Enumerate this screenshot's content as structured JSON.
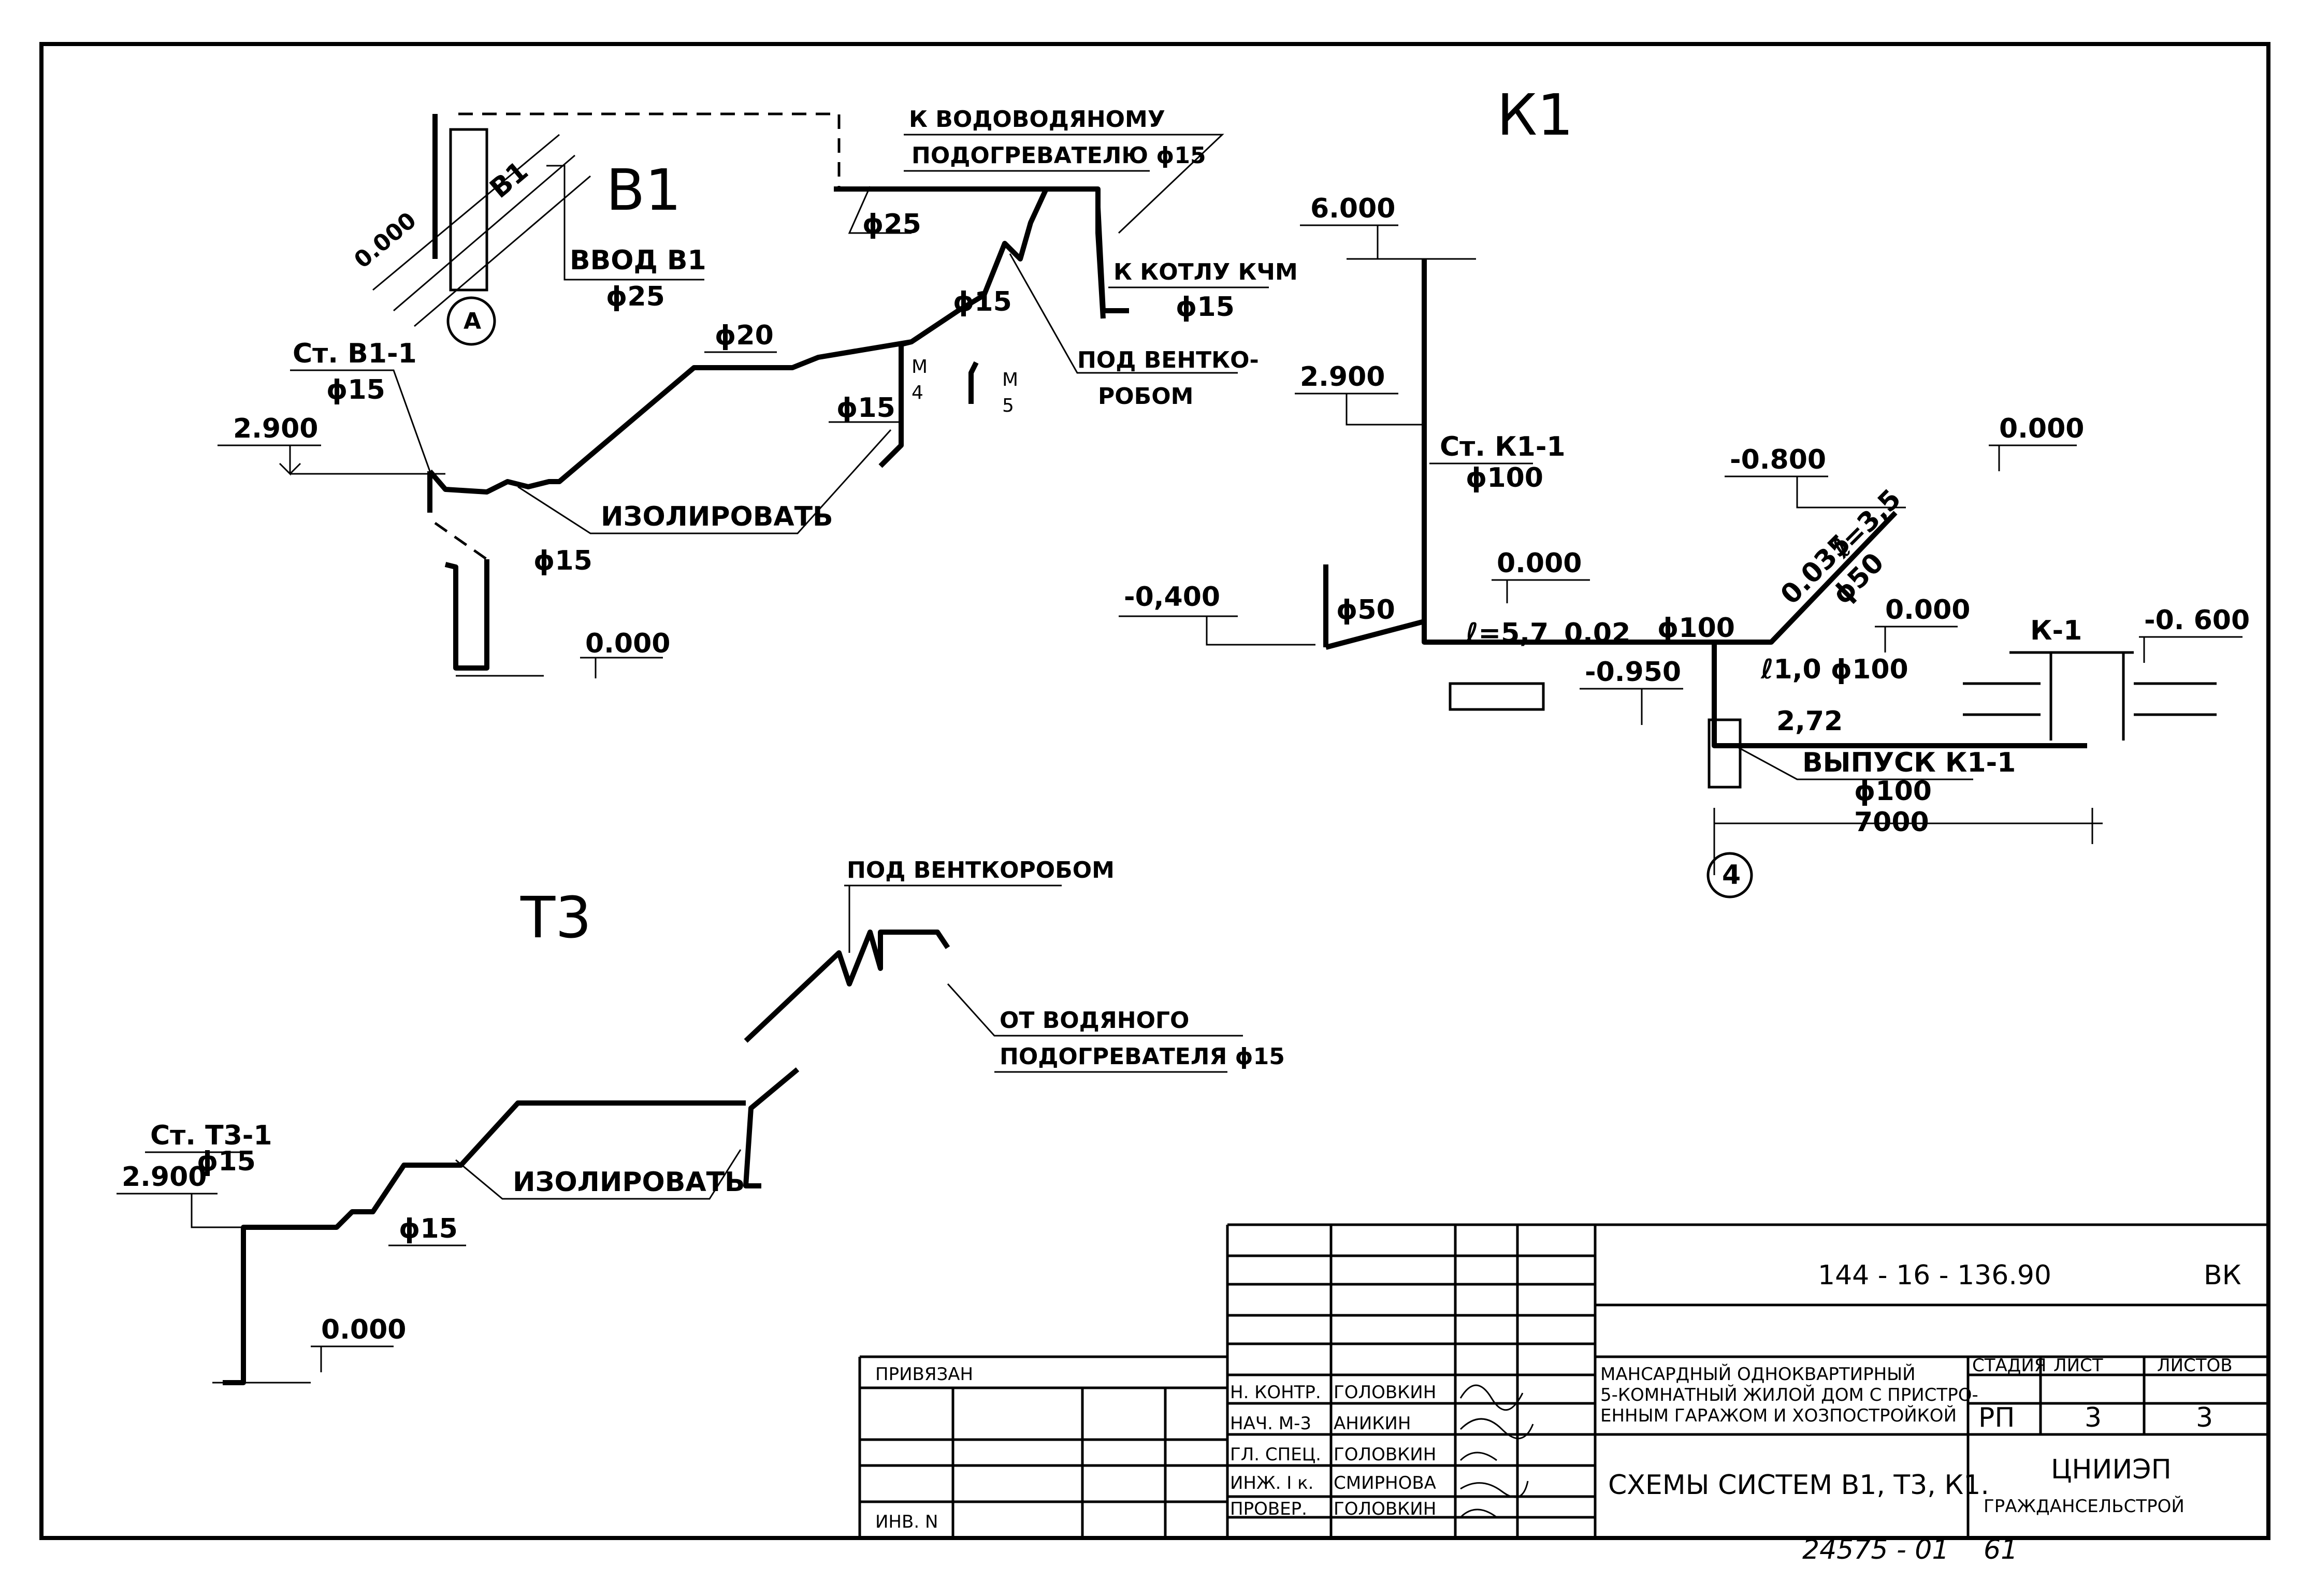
{
  "schemes": {
    "b1": {
      "title": "В1",
      "input_label": "ВВОД В1",
      "input_diam": "ϕ25",
      "riser": "Ст. В1-1",
      "riser_diam": "ϕ15",
      "heater_top": "К ВОДОВОДЯНОМУ",
      "heater_bottom": "ПОДОГРЕВАТЕЛЮ ϕ15",
      "boiler": "К КОТЛУ КЧМ",
      "boiler_diam": "ϕ15",
      "duct_top": "ПОД ВЕНТКО-",
      "duct_bottom": "РОБОМ",
      "insulate": "ИЗОЛИРОВАТЬ",
      "d25": "ϕ25",
      "d20": "ϕ20",
      "d15a": "ϕ15",
      "d15b": "ϕ15",
      "d15c": "ϕ15",
      "lvl_0": "0.000",
      "lvl_2900": "2.900",
      "lvl_0b": "0.000",
      "axis": "А",
      "node_b1": "В1"
    },
    "k1": {
      "title": "К1",
      "riser": "Ст. К1-1",
      "riser_diam": "ϕ100",
      "outlet": "ВЫПУСК К1-1",
      "outlet_diam": "ϕ100",
      "len": "7000",
      "lvl_6000": "6.000",
      "lvl_2900": "2.900",
      "lvl_m400": "-0,400",
      "lvl_0a": "0.000",
      "lvl_0b": "0.000",
      "lvl_0c": "0.000",
      "lvl_m800": "-0.800",
      "lvl_m950": "-0.950",
      "lvl_m600": "-0. 600",
      "slope1": "0.02",
      "d100": "ϕ100",
      "d50a": "ϕ50",
      "d50b": "ϕ50",
      "slope2": "0.035",
      "l57": "ℓ=5,7",
      "l35": "ℓ=3,5",
      "l10": "ℓ1,0 ϕ100",
      "l272": "2,72",
      "well": "К-1",
      "axis": "4"
    },
    "t3": {
      "title": "Т3",
      "duct": "ПОД ВЕНТКОРОБОМ",
      "from_top": "ОТ ВОДЯНОГО",
      "from_bottom": "ПОДОГРЕВАТЕЛЯ ϕ15",
      "insulate": "ИЗОЛИРОВАТЬ",
      "riser": "Ст. Т3-1",
      "riser_diam": "ϕ15",
      "d15": "ϕ15",
      "lvl_2900": "2.900",
      "lvl_0": "0.000"
    }
  },
  "title_block": {
    "doc_code": "144 - 16 - 136.90",
    "section": "ВК",
    "project_line1": "МАНСАРДНЫЙ ОДНОКВАРТИРНЫЙ",
    "project_line2": "5-КОМНАТНЫЙ ЖИЛОЙ ДОМ С ПРИСТРО-",
    "project_line3": "ЕННЫМ ГАРАЖОМ И ХОЗПОСТРОЙКОЙ",
    "sheet_title": "СХЕМЫ СИСТЕМ В1, Т3, К1.",
    "stage_hdr": "СТАДИЯ",
    "sheet_hdr": "ЛИСТ",
    "sheets_hdr": "ЛИСТОВ",
    "stage": "РП",
    "sheet": "3",
    "sheets": "3",
    "org_line1": "ЦНИИЭП",
    "org_line2": "ГРАЖДАНСЕЛЬСТРОЙ",
    "bound": "ПРИВЯЗАН",
    "inv": "ИНВ. N",
    "roles": [
      "Н. КОНТР.",
      "НАЧ. М-3",
      "ГЛ. СПЕЦ.",
      "ИНЖ. I к.",
      "ПРОВЕР."
    ],
    "names": [
      "ГОЛОВКИН",
      "АНИКИН",
      "ГОЛОВКИН",
      "СМИРНОВА",
      "ГОЛОВКИН"
    ]
  },
  "footer": {
    "archive": "24575 - 01",
    "page": "61"
  }
}
